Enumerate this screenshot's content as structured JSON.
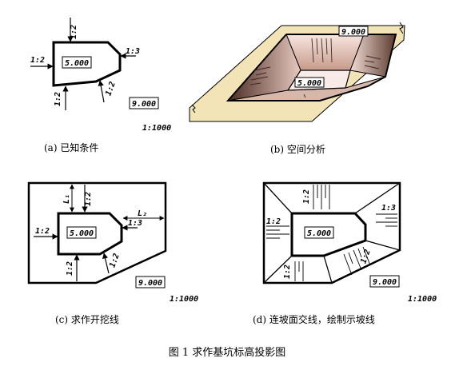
{
  "figure_caption": "图 1 求作基坑标高投影图",
  "panels": {
    "a": {
      "caption": "(a) 已知条件",
      "elevation_inner": "5.000",
      "elevation_ground": "9.000",
      "scale": "1:1000",
      "slopes": [
        "1:2",
        "1:2",
        "1:3",
        "1:2",
        "1:2"
      ]
    },
    "b": {
      "caption": "(b) 空间分析",
      "elevation_top": "9.000",
      "elevation_bottom": "5.000"
    },
    "c": {
      "caption": "(c) 求作开挖线",
      "elevation_inner": "5.000",
      "elevation_ground": "9.000",
      "scale": "1:1000",
      "slopes": [
        "1:2",
        "1:2",
        "1:3",
        "1:2",
        "1:2"
      ],
      "dims": [
        "L₁",
        "L₂"
      ]
    },
    "d": {
      "caption": "(d) 连坡面交线，绘制示坡线",
      "elevation_inner": "5.000",
      "elevation_ground": "9.000",
      "scale": "1:1000",
      "slopes": [
        "1:2",
        "1:2",
        "1:3",
        "1:2",
        "1:2"
      ]
    }
  },
  "colors": {
    "ink": "#000000",
    "sand": "#f3e4b8",
    "pit_dark": "#5b3a2e",
    "pit_mid": "#c79a8a",
    "pit_light": "#f2ddd6"
  }
}
